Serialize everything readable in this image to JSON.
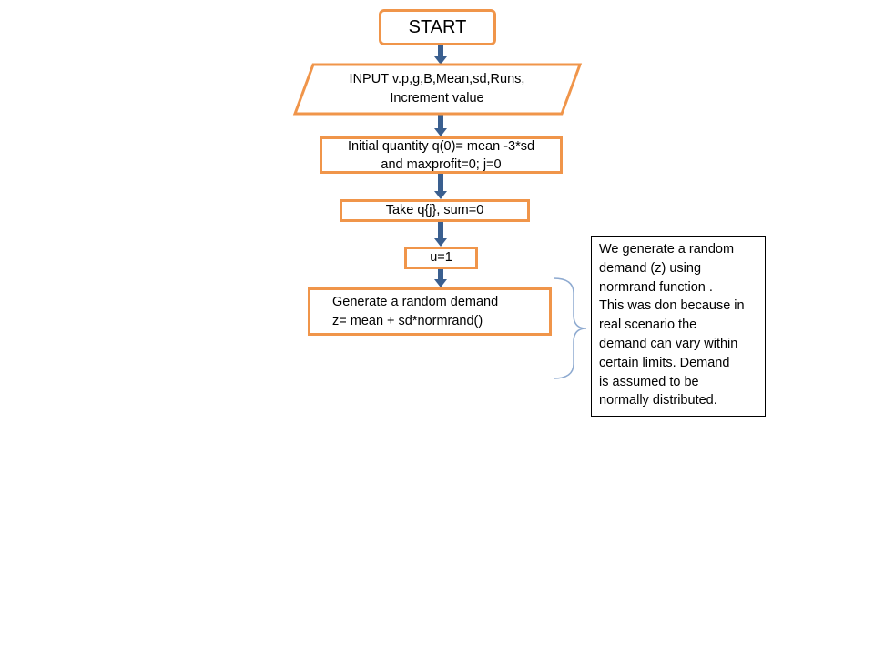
{
  "flowchart": {
    "start": "START",
    "input": [
      "INPUT v.p,g,B,Mean,sd,Runs,",
      "Increment  value"
    ],
    "initial": [
      "Initial quantity q(0)= mean -3*sd",
      "and maxprofit=0; j=0"
    ],
    "take": "Take q{j}, sum=0",
    "u_init": "u=1",
    "generate": [
      "Generate  a random demand",
      "z= mean + sd*normrand()"
    ]
  },
  "note": {
    "lines": [
      "We  generate  a random",
      "demand (z) using",
      "normrand function .",
      "This was don because  in",
      "real scenario  the",
      "demand can vary within",
      "certain limits. Demand",
      "is assumed to be",
      "normally distributed."
    ]
  },
  "colors": {
    "box_border": "#F0954A",
    "arrow": "#3A5F8F",
    "brace": "#8EAAD0"
  }
}
